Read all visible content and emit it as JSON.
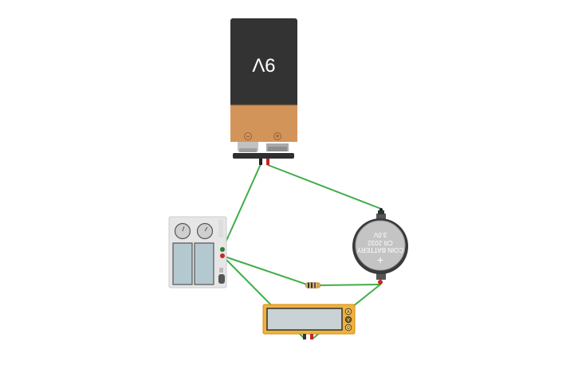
{
  "battery_9v": {
    "label": "9V",
    "minus_symbol": "−",
    "plus_symbol": "+"
  },
  "coin_battery": {
    "voltage": "3.0V",
    "line1": "COIN BATTERY",
    "line2": "CR 2032",
    "plus_symbol": "+"
  },
  "multimeter": {
    "buttons": [
      "A",
      "V",
      "Ω"
    ]
  },
  "colors": {
    "wire": "#3fae49",
    "battery_body": "#333333",
    "battery_copper": "#d3945a",
    "multimeter_frame": "#f0b13a",
    "multimeter_display": "#c9d3d6",
    "terminal_red": "#c62828"
  }
}
